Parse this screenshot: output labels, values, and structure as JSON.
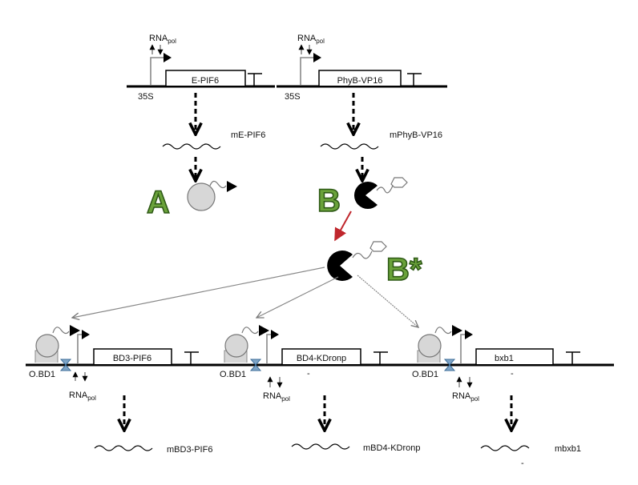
{
  "top_constructs": [
    {
      "promoter": "35S",
      "gene": "E-PIF6",
      "mrna": "mE-PIF6",
      "rnapol_main": "RNA",
      "rnapol_sub": "pol"
    },
    {
      "promoter": "35S",
      "gene": "PhyB-VP16",
      "mrna": "mPhyB-VP16",
      "rnapol_main": "RNA",
      "rnapol_sub": "pol"
    }
  ],
  "states": {
    "a": "A",
    "b": "B",
    "b_star": "B*"
  },
  "bottom_constructs": [
    {
      "operator": "O.BD1",
      "gene": "BD3-PIF6",
      "mrna": "mBD3-PIF6",
      "rnapol_main": "RNA",
      "rnapol_sub": "pol",
      "mark": ""
    },
    {
      "operator": "O.BD1",
      "gene": "BD4-KDronp",
      "mrna": "mBD4-KDronp",
      "rnapol_main": "RNA",
      "rnapol_sub": "pol",
      "mark": "-"
    },
    {
      "operator": "O.BD1",
      "gene": "bxb1",
      "mrna": "mbxb1",
      "rnapol_main": "RNA",
      "rnapol_sub": "pol",
      "mark": "-"
    }
  ],
  "colors": {
    "letters": "#6aa23a",
    "activation_arrow": "#c0272d",
    "protein_inactive": "#d7d7d7",
    "protein_active": "#000000"
  }
}
